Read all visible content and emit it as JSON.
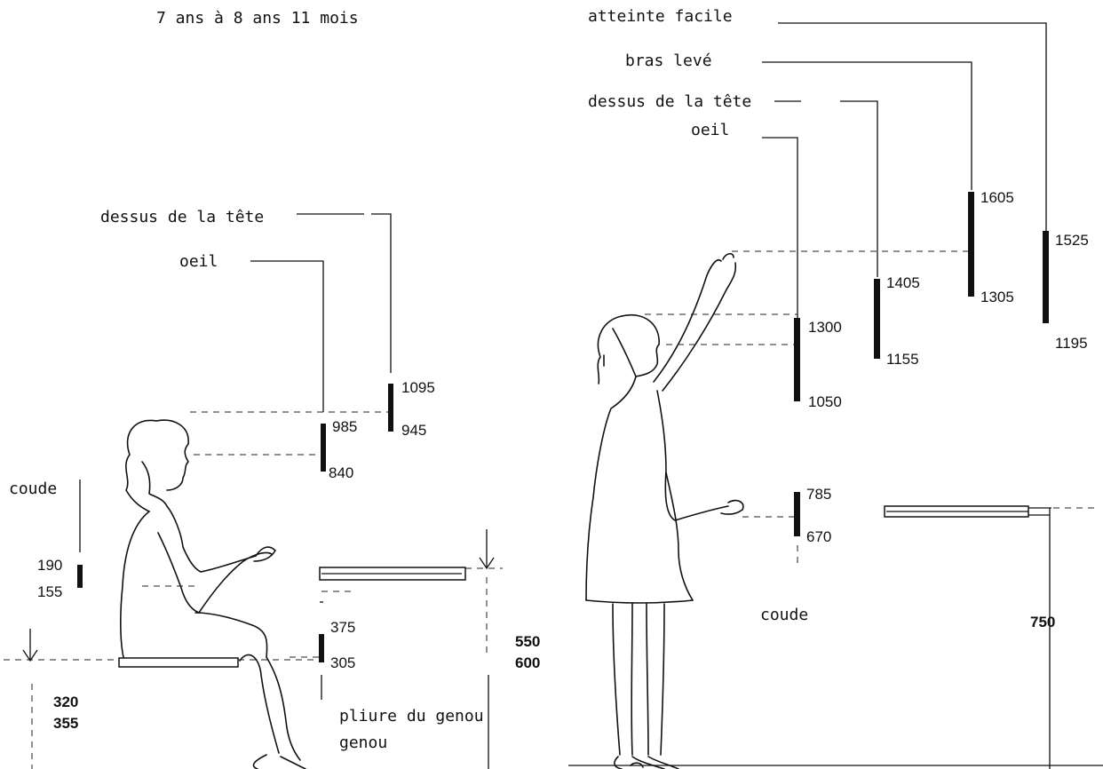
{
  "title": "7 ans à 8 ans 11 mois",
  "seated": {
    "labels": {
      "head_top": "dessus de la tête",
      "eye": "oeil",
      "elbow": "coude",
      "knee": "pliure du genou",
      "knee_line2": "genou"
    },
    "values": {
      "head_top_high": "1095",
      "head_top_low": "945",
      "eye_high": "985",
      "eye_low": "840",
      "elbow_high": "190",
      "elbow_low": "155",
      "knee_high": "375",
      "knee_low": "305",
      "desk_a": "550",
      "desk_b": "600",
      "seat_a": "320",
      "seat_b": "355"
    }
  },
  "standing": {
    "labels": {
      "easy_reach": "atteinte facile",
      "arm_raised": "bras levé",
      "head_top": "dessus de la tête",
      "eye": "oeil",
      "elbow": "coude"
    },
    "values": {
      "easy_reach_high": "1525",
      "easy_reach_low": "1195",
      "arm_high": "1605",
      "arm_low": "1305",
      "head_high": "1405",
      "head_low": "1155",
      "eye_high": "1300",
      "eye_low": "1050",
      "elbow_high": "785",
      "elbow_low": "670",
      "table_height": "750"
    }
  }
}
